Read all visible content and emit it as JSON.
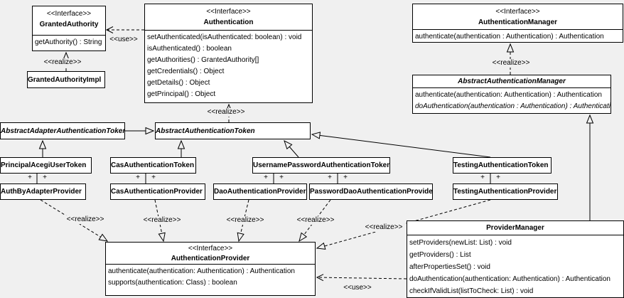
{
  "diagram": {
    "colors": {
      "background": "#f0f0f0",
      "box_fill": "#ffffff",
      "line": "#000000",
      "text": "#000000"
    },
    "stereotype_interface": "<<Interface>>",
    "labels": {
      "use": "<<use>>",
      "realize": "<<realize>>",
      "plus": "+"
    },
    "classes": {
      "granted_authority": {
        "name": "GrantedAuthority",
        "methods": [
          "getAuthority() : String"
        ]
      },
      "granted_authority_impl": {
        "name": "GrantedAuthorityImpl"
      },
      "authentication": {
        "name": "Authentication",
        "methods": [
          "setAuthenticated(isAuthenticated: boolean) : void",
          "isAuthenticated() : boolean",
          "getAuthorities() : GrantedAuthority[]",
          "getCredentials() : Object",
          "getDetails() : Object",
          "getPrincipal() : Object"
        ]
      },
      "authentication_manager": {
        "name": "AuthenticationManager",
        "methods": [
          "authenticate(authentication : Authentication) : Authentication"
        ]
      },
      "abstract_authentication_manager": {
        "name": "AbstractAuthenticationManager",
        "methods": [
          "authenticate(authentication: Authentication) : Authentication",
          "doAuthentication(authentication : Authentication) : Authentication"
        ]
      },
      "abstract_adapter_authentication_token": {
        "name": "AbstractAdapterAuthenticationToken"
      },
      "abstract_authentication_token": {
        "name": "AbstractAuthenticationToken"
      },
      "principal_acegi_user_token": {
        "name": "PrincipalAcegiUserToken"
      },
      "cas_authentication_token": {
        "name": "CasAuthenticationToken"
      },
      "username_password_authentication_token": {
        "name": "UsernamePasswordAuthenticationToken"
      },
      "testing_authentication_token": {
        "name": "TestingAuthenticationToken"
      },
      "auth_by_adapter_provider": {
        "name": "AuthByAdapterProvider"
      },
      "cas_authentication_provider": {
        "name": "CasAuthenticationProvider"
      },
      "dao_authentication_provider": {
        "name": "DaoAuthenticationProvider"
      },
      "password_dao_authentication_provider": {
        "name": "PasswordDaoAuthenticationProvider"
      },
      "testing_authentication_provider": {
        "name": "TestingAuthenticationProvider"
      },
      "authentication_provider": {
        "name": "AuthenticationProvider",
        "methods": [
          "authenticate(authentication: Authentication) : Authentication",
          "supports(authentication: Class) : boolean"
        ]
      },
      "provider_manager": {
        "name": "ProviderManager",
        "methods": [
          "setProviders(newList: List) : void",
          "getProviders() : List",
          "afterPropertiesSet() : void",
          "doAuthentication(authentication: Authentication) : Authentication",
          "checkIfValidList(listToCheck: List) : void"
        ]
      }
    }
  }
}
